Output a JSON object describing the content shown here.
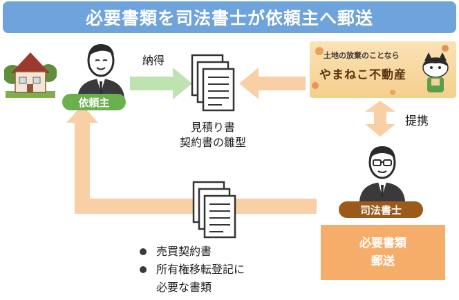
{
  "title": "必要書類を司法書士が依頼主へ郵送",
  "client_label": "依頼主",
  "consent_label": "納得",
  "estimate_doc_lines": [
    "見積り書",
    "契約書の雛型"
  ],
  "partnership_label": "提携",
  "scrivener_label": "司法書士",
  "mail_box_lines": [
    "必要書類",
    "郵送"
  ],
  "documents_list": [
    "売買契約書",
    "所有権移転登記に",
    "必要な書類"
  ],
  "banner": {
    "tagline": "土地の放棄のことなら",
    "brand": "やまねこ不動産"
  },
  "colors": {
    "title_bg": "#6ea3db",
    "client_pill": "#6ab04c",
    "scrivener_pill": "#9b5a1a",
    "green_arrow": "#bfe3b0",
    "orange_arrow": "#f9cfa6",
    "mail_box": "#f6ad6a"
  }
}
